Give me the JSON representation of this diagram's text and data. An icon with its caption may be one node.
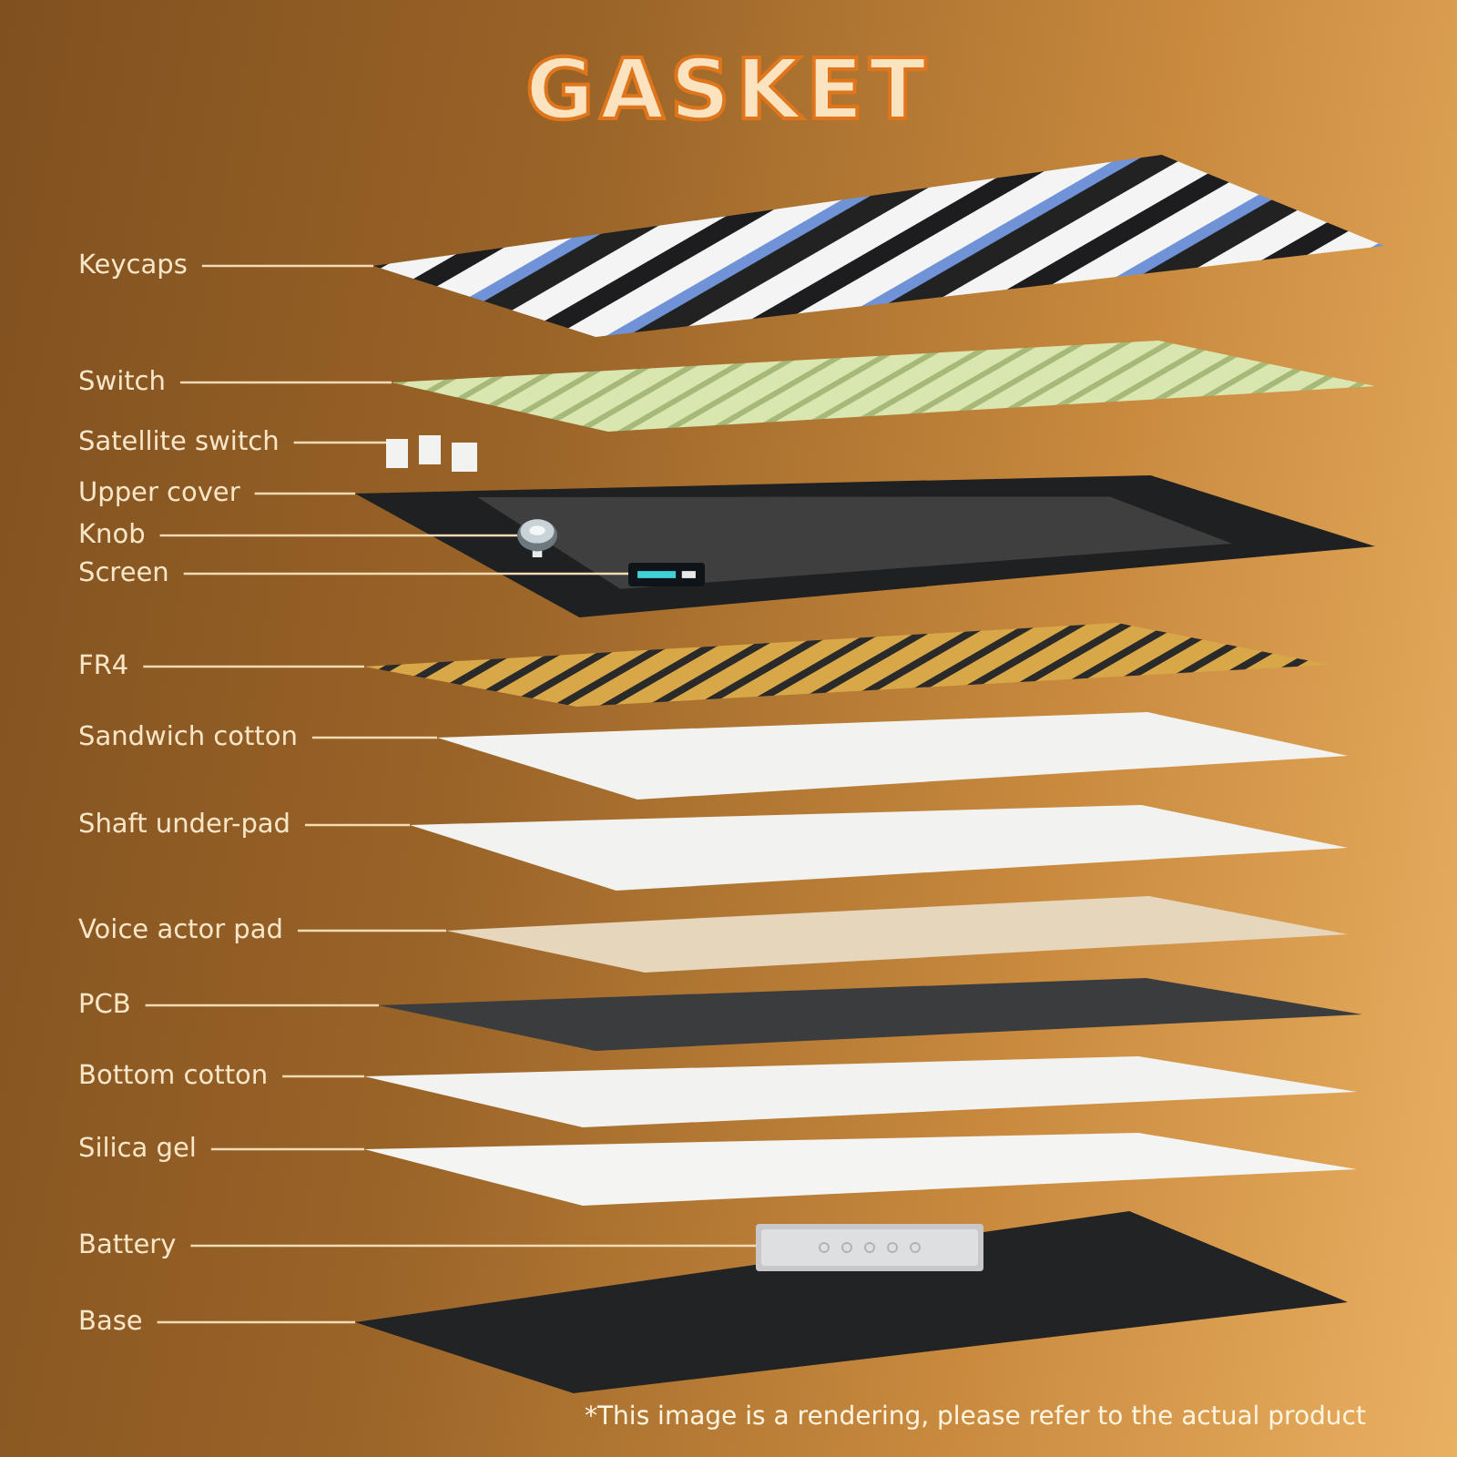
{
  "diagram": {
    "title": "GASKET",
    "nodes": [
      {
        "text": [
          "Keycaps"
        ]
      },
      {
        "text": [
          "Switch"
        ]
      },
      {
        "text": [
          "Satellite switch"
        ]
      },
      {
        "text": [
          "Upper cover"
        ]
      },
      {
        "text": [
          "Knob"
        ]
      },
      {
        "text": [
          "Screen"
        ]
      },
      {
        "text": [
          "FR4"
        ]
      },
      {
        "text": [
          "Sandwich cotton"
        ]
      },
      {
        "text": [
          "Shaft under-pad"
        ]
      },
      {
        "text": [
          "Voice actor pad"
        ]
      },
      {
        "text": [
          "PCB"
        ]
      },
      {
        "text": [
          "Bottom cotton"
        ]
      },
      {
        "text": [
          "Silica gel"
        ]
      },
      {
        "text": [
          "Battery"
        ]
      },
      {
        "text": [
          "Base"
        ]
      },
      {
        "text": [],
        "shape": "picture"
      },
      {
        "text": [],
        "shape": "picture"
      },
      {
        "text": [],
        "shape": "picture"
      },
      {
        "text": [],
        "shape": "picture"
      },
      {
        "text": [],
        "shape": "picture",
        "in": 18
      },
      {
        "text": [],
        "shape": "picture",
        "in": 18
      },
      {
        "text": [],
        "shape": "picture"
      },
      {
        "text": [],
        "shape": "picture"
      },
      {
        "text": [],
        "shape": "picture"
      },
      {
        "text": [],
        "shape": "picture"
      },
      {
        "text": [],
        "shape": "picture"
      },
      {
        "text": [],
        "shape": "picture"
      },
      {
        "text": [],
        "shape": "picture"
      },
      {
        "text": [],
        "shape": "picture"
      },
      {
        "text": [],
        "shape": "picture",
        "in": 28
      }
    ],
    "edges": [
      {
        "from": 0,
        "to": 15,
        "arrow": "none"
      },
      {
        "from": 1,
        "to": 16,
        "arrow": "none"
      },
      {
        "from": 2,
        "to": 17,
        "arrow": "none"
      },
      {
        "from": 3,
        "to": 18,
        "arrow": "none"
      },
      {
        "from": 4,
        "to": 19,
        "arrow": "none"
      },
      {
        "from": 5,
        "to": 20,
        "arrow": "none"
      },
      {
        "from": 6,
        "to": 21,
        "arrow": "none"
      },
      {
        "from": 7,
        "to": 22,
        "arrow": "none"
      },
      {
        "from": 8,
        "to": 23,
        "arrow": "none"
      },
      {
        "from": 9,
        "to": 24,
        "arrow": "none"
      },
      {
        "from": 10,
        "to": 25,
        "arrow": "none"
      },
      {
        "from": 11,
        "to": 26,
        "arrow": "none"
      },
      {
        "from": 12,
        "to": 27,
        "arrow": "none"
      },
      {
        "from": 13,
        "to": 29,
        "arrow": "none"
      },
      {
        "from": 14,
        "to": 28,
        "arrow": "none"
      }
    ],
    "labels": [
      "*This image is a rendering, please refer to the actual product"
    ]
  }
}
